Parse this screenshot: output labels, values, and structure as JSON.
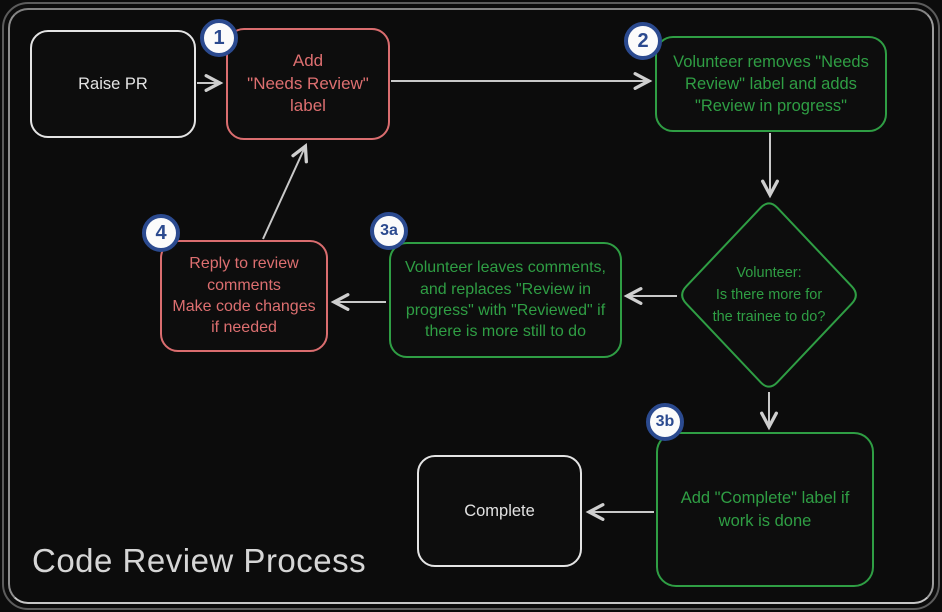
{
  "title": "Code Review Process",
  "colors": {
    "background": "#0c0c0c",
    "frame_border": "#9c9c9c",
    "neutral_node": "#e2e2e2",
    "red_node": "#dd6f70",
    "green_node": "#2f9e44",
    "badge_blue": "#2b4a8f",
    "badge_fill": "#fbfbfb",
    "arrow": "#c9c9c9",
    "title_text": "#d6d6d6"
  },
  "nodes": {
    "raise_pr": {
      "label": "Raise PR"
    },
    "add_needs_review": {
      "label": "Add\n\"Needs Review\"\nlabel",
      "badge": "1"
    },
    "volunteer_removes": {
      "label": "Volunteer removes \"Needs\nReview\" label and adds\n\"Review in progress\"",
      "badge": "2"
    },
    "decision": {
      "label": "Volunteer:\nIs there more for\nthe trainee to do?"
    },
    "volunteer_leaves": {
      "label": "Volunteer leaves comments,\nand replaces \"Review in\nprogress\" with \"Reviewed\" if\nthere is more still to do",
      "badge": "3a"
    },
    "reply_to_review": {
      "label": "Reply to review\ncomments\nMake code changes\nif needed",
      "badge": "4"
    },
    "add_complete": {
      "label": "Add \"Complete\" label if\nwork is done",
      "badge": "3b"
    },
    "complete": {
      "label": "Complete"
    }
  },
  "badges": {
    "b1": "1",
    "b2": "2",
    "b3a": "3a",
    "b3b": "3b",
    "b4": "4"
  },
  "edges": [
    {
      "from": "raise_pr",
      "to": "add_needs_review"
    },
    {
      "from": "add_needs_review",
      "to": "volunteer_removes"
    },
    {
      "from": "volunteer_removes",
      "to": "decision"
    },
    {
      "from": "decision",
      "to": "volunteer_leaves"
    },
    {
      "from": "volunteer_leaves",
      "to": "reply_to_review"
    },
    {
      "from": "reply_to_review",
      "to": "add_needs_review"
    },
    {
      "from": "decision",
      "to": "add_complete"
    },
    {
      "from": "add_complete",
      "to": "complete"
    }
  ]
}
